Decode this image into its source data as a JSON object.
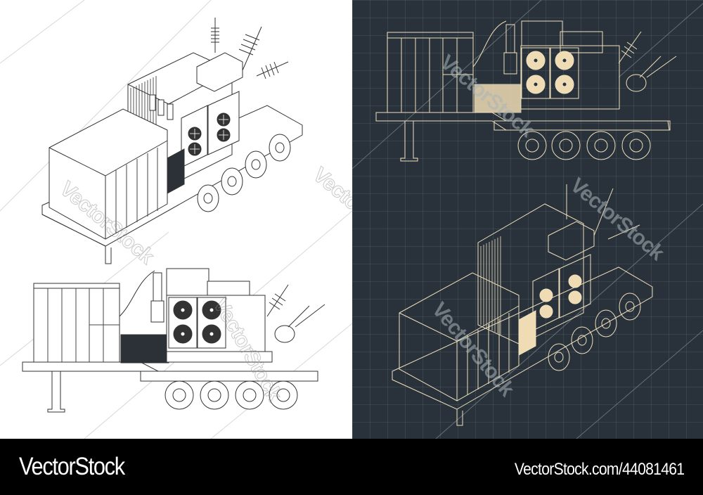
{
  "image": {
    "description": "Mobile substation blueprint illustrations: isometric and side views of a trailer-mounted power transformer with switchgear cabinet, radiators, cooling fans and high-voltage bushings",
    "panels": [
      {
        "id": "light",
        "background": "#ffffff",
        "line_color": "#333333",
        "views": [
          "isometric",
          "side"
        ]
      },
      {
        "id": "dark",
        "background": "#29323a",
        "line_color": "#efe0bd",
        "fill_accent": "#efdcb5",
        "views": [
          "side",
          "isometric"
        ]
      }
    ]
  },
  "watermarks": {
    "text": "VectorStock"
  },
  "footer": {
    "brand": "VectorStock",
    "url": "VectorStock.com/44081461"
  }
}
